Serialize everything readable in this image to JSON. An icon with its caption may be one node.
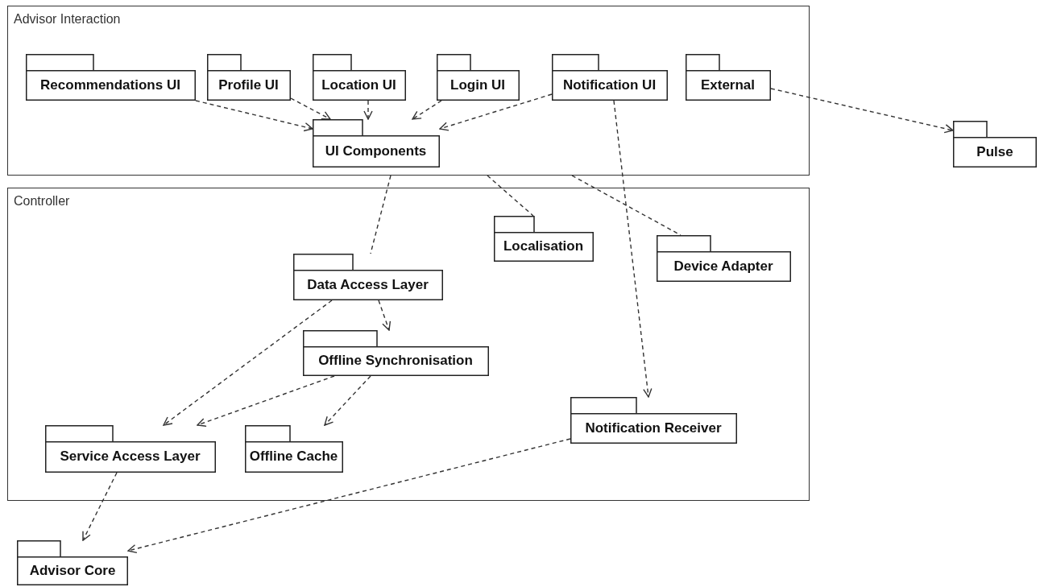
{
  "diagram": {
    "nodes": [
      {
        "text": [
          "Advisor Interaction"
        ]
      },
      {
        "text": [
          "Recommendations UI"
        ],
        "in": 0
      },
      {
        "text": [
          "Profile UI"
        ],
        "in": 0
      },
      {
        "text": [
          "Location UI"
        ],
        "in": 0
      },
      {
        "text": [
          "Login UI"
        ],
        "in": 0
      },
      {
        "text": [
          "Notification UI"
        ],
        "in": 0
      },
      {
        "text": [
          "External"
        ],
        "in": 0
      },
      {
        "text": [
          "UI Components"
        ],
        "in": 0
      },
      {
        "text": [
          "Pulse"
        ]
      },
      {
        "text": [
          "Controller"
        ]
      },
      {
        "text": [
          "Data Access Layer"
        ],
        "in": 9
      },
      {
        "text": [
          "Localisation"
        ],
        "in": 9
      },
      {
        "text": [
          "Device Adapter"
        ],
        "in": 9
      },
      {
        "text": [
          "Offline Synchronisation"
        ],
        "in": 9
      },
      {
        "text": [
          "Notification Receiver"
        ],
        "in": 9
      },
      {
        "text": [
          "Service Access Layer"
        ],
        "in": 9
      },
      {
        "text": [
          "Offline Cache"
        ],
        "in": 9
      },
      {
        "text": [
          "Advisor Core"
        ]
      }
    ],
    "edges": [
      {
        "from": 1,
        "to": 7,
        "arrow": "to",
        "style": "dashed"
      },
      {
        "from": 2,
        "to": 7,
        "arrow": "to",
        "style": "dashed"
      },
      {
        "from": 3,
        "to": 7,
        "arrow": "to",
        "style": "dashed"
      },
      {
        "from": 4,
        "to": 7,
        "arrow": "to",
        "style": "dashed"
      },
      {
        "from": 5,
        "to": 7,
        "arrow": "to",
        "style": "dashed"
      },
      {
        "from": 6,
        "to": 8,
        "arrow": "to",
        "style": "dashed"
      },
      {
        "from": 5,
        "to": 14,
        "arrow": "to",
        "style": "dashed"
      },
      {
        "from": 0,
        "to": 10,
        "arrow": "none",
        "style": "dashed"
      },
      {
        "from": 0,
        "to": 11,
        "arrow": "none",
        "style": "dashed"
      },
      {
        "from": 0,
        "to": 12,
        "arrow": "none",
        "style": "dashed"
      },
      {
        "from": 10,
        "to": 13,
        "arrow": "to",
        "style": "dashed"
      },
      {
        "from": 10,
        "to": 15,
        "arrow": "to",
        "style": "dashed"
      },
      {
        "from": 13,
        "to": 15,
        "arrow": "to",
        "style": "dashed"
      },
      {
        "from": 13,
        "to": 16,
        "arrow": "to",
        "style": "dashed"
      },
      {
        "from": 15,
        "to": 17,
        "arrow": "to",
        "style": "dashed"
      },
      {
        "from": 14,
        "to": 17,
        "arrow": "to",
        "style": "dashed"
      }
    ]
  }
}
